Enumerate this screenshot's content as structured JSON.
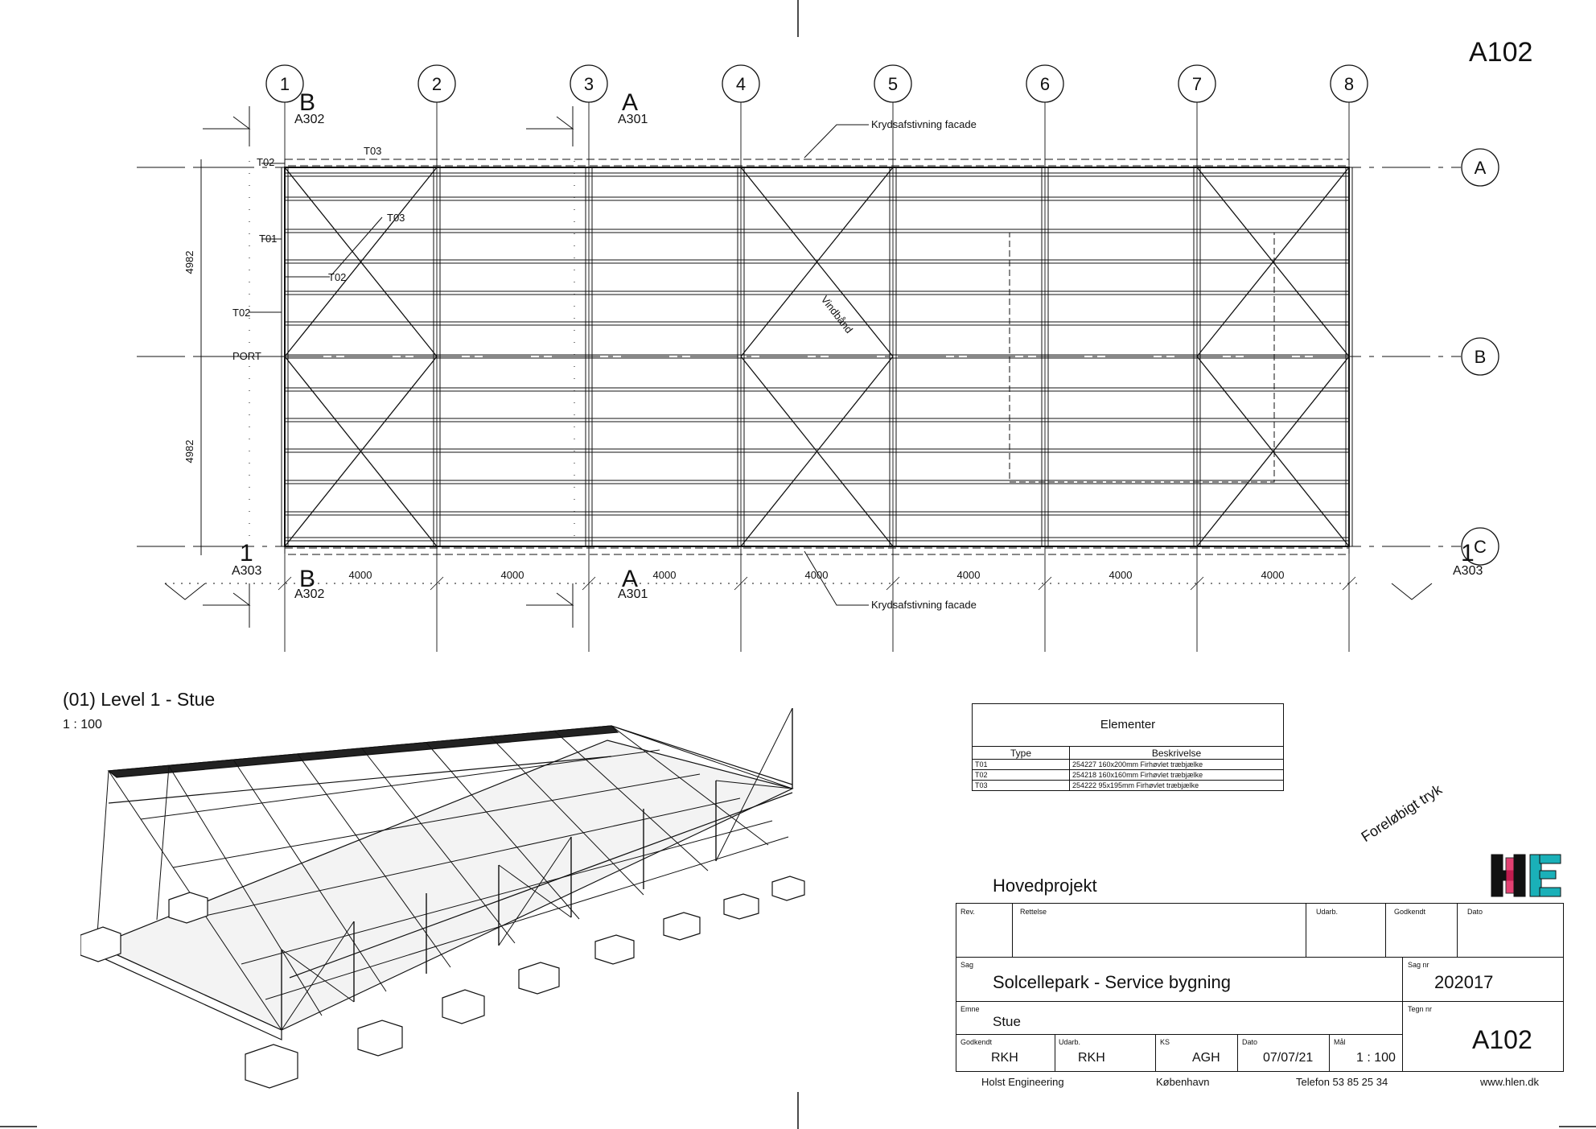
{
  "sheet": {
    "number": "A102"
  },
  "grid": {
    "columns": [
      "1",
      "2",
      "3",
      "4",
      "5",
      "6",
      "7",
      "8"
    ],
    "rows": [
      "A",
      "B",
      "C"
    ],
    "col_spacing": "4000",
    "row_spacing": "4982"
  },
  "sections": {
    "B_top": {
      "letter": "B",
      "ref": "A302"
    },
    "A_top": {
      "letter": "A",
      "ref": "A301"
    },
    "B_bot": {
      "letter": "B",
      "ref": "A302"
    },
    "A_bot": {
      "letter": "A",
      "ref": "A301"
    },
    "one_left": {
      "letter": "1",
      "ref": "A303"
    },
    "one_right": {
      "letter": "1",
      "ref": "A303"
    }
  },
  "tags": {
    "t03_top": "T03",
    "t02_top": "T02",
    "t03_mid": "T03",
    "t01": "T01",
    "t02_a": "T02",
    "t02_b": "T02",
    "port": "PORT"
  },
  "notes": {
    "facade_top": "Krydsafstivning facade",
    "facade_bottom": "Krydsafstivning facade",
    "vindband": "Vindbånd"
  },
  "view": {
    "title": "(01) Level 1 - Stue",
    "scale": "1 : 100"
  },
  "schedule": {
    "title": "Elementer",
    "headers": [
      "Type",
      "Beskrivelse"
    ],
    "rows": [
      [
        "T01",
        "254227 160x200mm Firhøvlet træbjælke"
      ],
      [
        "T02",
        "254218 160x160mm Firhøvlet træbjælke"
      ],
      [
        "T03",
        "254222 95x195mm Firhøvlet træbjælke"
      ]
    ]
  },
  "stamp": "Foreløbigt tryk",
  "title_block": {
    "project_kind": "Hovedprojekt",
    "rev_label": "Rev.",
    "rettelse_label": "Rettelse",
    "udarb_label": "Udarb.",
    "godkendt_label": "Godkendt",
    "dato_label": "Dato",
    "sag_label": "Sag",
    "sag_value": "Solcellepark - Service bygning",
    "sagnr_label": "Sag nr",
    "sagnr_value": "202017",
    "emne_label": "Emne",
    "emne_value": "Stue",
    "tegnnr_label": "Tegn nr",
    "tegnnr_value": "A102",
    "godkendt2_label": "Godkendt",
    "godkendt_value": "RKH",
    "udarb2_label": "Udarb.",
    "udarb_value": "RKH",
    "ks_label": "KS",
    "ks_value": "AGH",
    "dato2_label": "Dato",
    "dato_value": "07/07/21",
    "maal_label": "Mål",
    "maal_value": "1 : 100"
  },
  "footer": {
    "company": "Holst Engineering",
    "city": "København",
    "phone": "Telefon 53 85 25 34",
    "web": "www.hlen.dk"
  },
  "logo": {
    "text": "HE",
    "colors": [
      "#e0205a",
      "#1ab0b8"
    ]
  }
}
